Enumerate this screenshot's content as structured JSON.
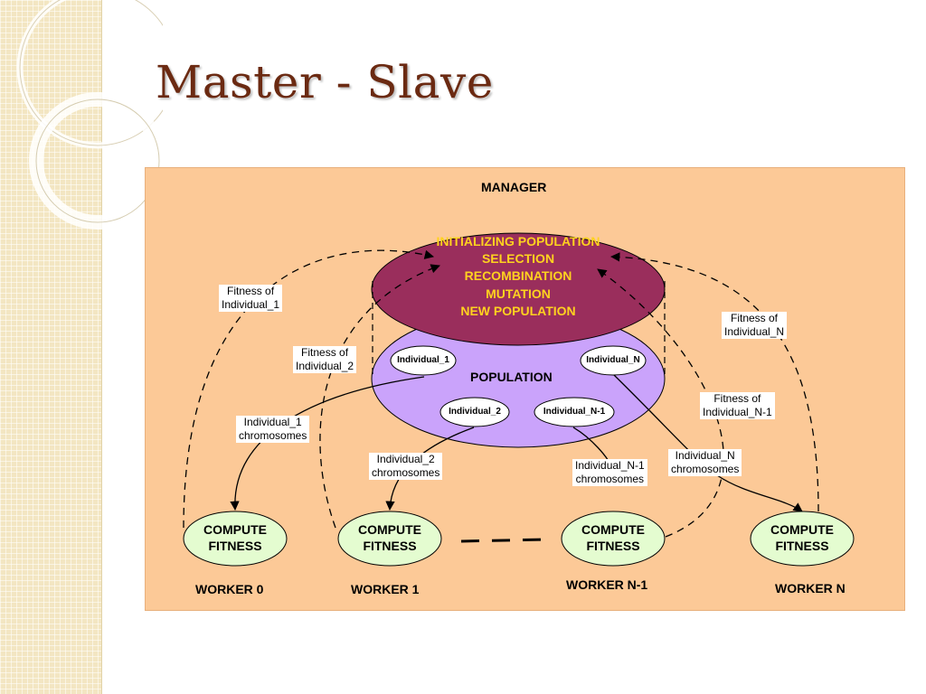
{
  "slide": {
    "title": "Master - Slave"
  },
  "diagram": {
    "manager_label": "MANAGER",
    "manager_operations": [
      "INITIALIZING POPULATION",
      "SELECTION",
      "RECOMBINATION",
      "MUTATION",
      "NEW POPULATION"
    ],
    "population_label": "POPULATION",
    "individuals": [
      "Individual_1",
      "Individual_N",
      "Individual_2",
      "Individual_N-1"
    ],
    "fitness_labels": [
      [
        "Fitness of",
        "Individual_1"
      ],
      [
        "Fitness of",
        "Individual_2"
      ],
      [
        "Fitness of",
        "Individual_N"
      ],
      [
        "Fitness of",
        "Individual_N-1"
      ]
    ],
    "chromosome_labels": [
      [
        "Individual_1",
        "chromosomes"
      ],
      [
        "Individual_2",
        "chromosomes"
      ],
      [
        "Individual_N-1",
        "chromosomes"
      ],
      [
        "Individual_N",
        "chromosomes"
      ]
    ],
    "compute_label": [
      "COMPUTE",
      "FITNESS"
    ],
    "workers": [
      "WORKER 0",
      "WORKER 1",
      "WORKER N-1",
      "WORKER N"
    ],
    "colors": {
      "background": "#fcc997",
      "manager": "#9a2e5c",
      "manager_text": "#ffd21f",
      "population": "#caa3fb",
      "compute": "#e4fcd0",
      "title": "#6b2a12"
    }
  }
}
